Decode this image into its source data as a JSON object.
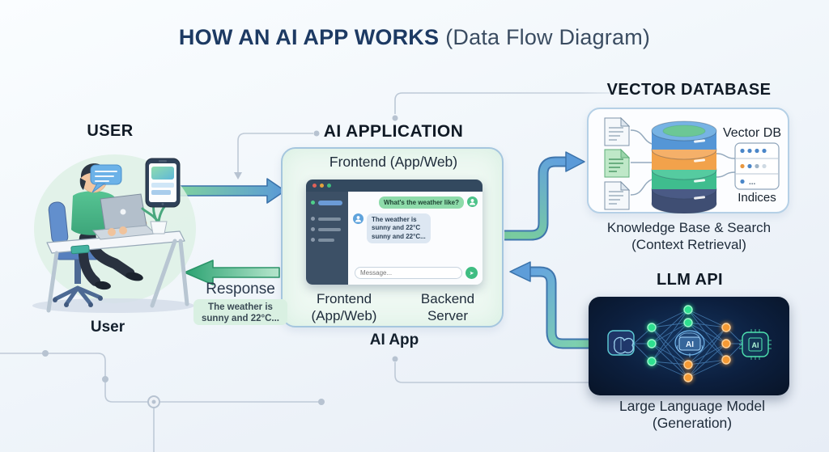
{
  "title": {
    "main": "HOW AN AI APP WORKS",
    "sub": "(Data Flow Diagram)"
  },
  "user_section": {
    "heading": "USER",
    "caption": "User"
  },
  "app_section": {
    "heading": "AI APPLICATION",
    "frontend_top_label": "Frontend (App/Web)",
    "frontend_label_line1": "Frontend",
    "frontend_label_line2": "(App/Web)",
    "backend_label_line1": "Backend",
    "backend_label_line2": "Server",
    "caption": "AI App",
    "chat": {
      "user_message": "What's the weather like?",
      "bot_message_lines": [
        "The weather is",
        "sunny and 22°C",
        "sunny and 22°C..."
      ],
      "input_placeholder": "Message..."
    }
  },
  "response": {
    "label": "Response",
    "bubble_line1": "The weather is",
    "bubble_line2": "sunny and 22°C..."
  },
  "vector_section": {
    "heading": "VECTOR DATABASE",
    "db_label": "Vector DB",
    "indices_label": "Indices",
    "indices_ellipsis": "...",
    "caption_line1": "Knowledge Base & Search",
    "caption_line2": "(Context Retrieval)"
  },
  "llm_section": {
    "heading": "LLM API",
    "center_chip_text": "AI",
    "right_chip_text": "AI",
    "caption_line1": "Large Language Model",
    "caption_line2": "(Generation)"
  },
  "icons": {
    "send": "➤"
  },
  "colors": {
    "accent_navy": "#1e3a5f",
    "arrow_blue": "#5a9ad8",
    "arrow_green": "#35a877",
    "node_green": "#2ee08f",
    "node_orange": "#f59a35",
    "llm_background": "#0c1f3e",
    "app_box_fill": "#eef8f2",
    "response_bubble": "#d9f0e2"
  }
}
